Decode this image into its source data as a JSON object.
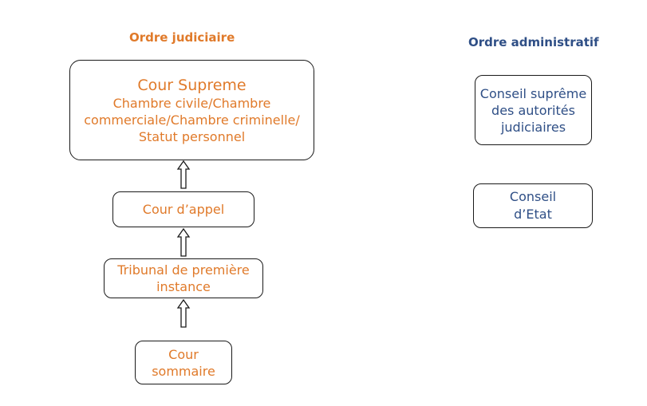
{
  "ordre_judiciaire": {
    "heading": "Ordre judiciaire",
    "cour_supreme": {
      "title": "Cour Supreme",
      "lines": [
        "Chambre civile/Chambre",
        "commerciale/Chambre criminelle/",
        "Statut personnel"
      ]
    },
    "cour_appel": {
      "lines": [
        "Cour d’appel"
      ]
    },
    "tribunal": {
      "lines": [
        "Tribunal de première",
        "instance"
      ]
    },
    "cour_sommaire": {
      "lines": [
        "Cour",
        "sommaire"
      ]
    }
  },
  "ordre_administratif": {
    "heading": "Ordre administratif",
    "conseil_supreme": {
      "lines": [
        "Conseil suprême",
        "des autorités",
        "judiciaires"
      ]
    },
    "conseil_etat": {
      "lines": [
        "Conseil",
        "d’Etat"
      ]
    }
  },
  "colors": {
    "judiciaire": "#e07a2a",
    "administratif": "#2f4f86",
    "border": "#1a1a1a"
  },
  "icons": {
    "hierarchy_arrow": "hollow-up-arrow-icon"
  }
}
